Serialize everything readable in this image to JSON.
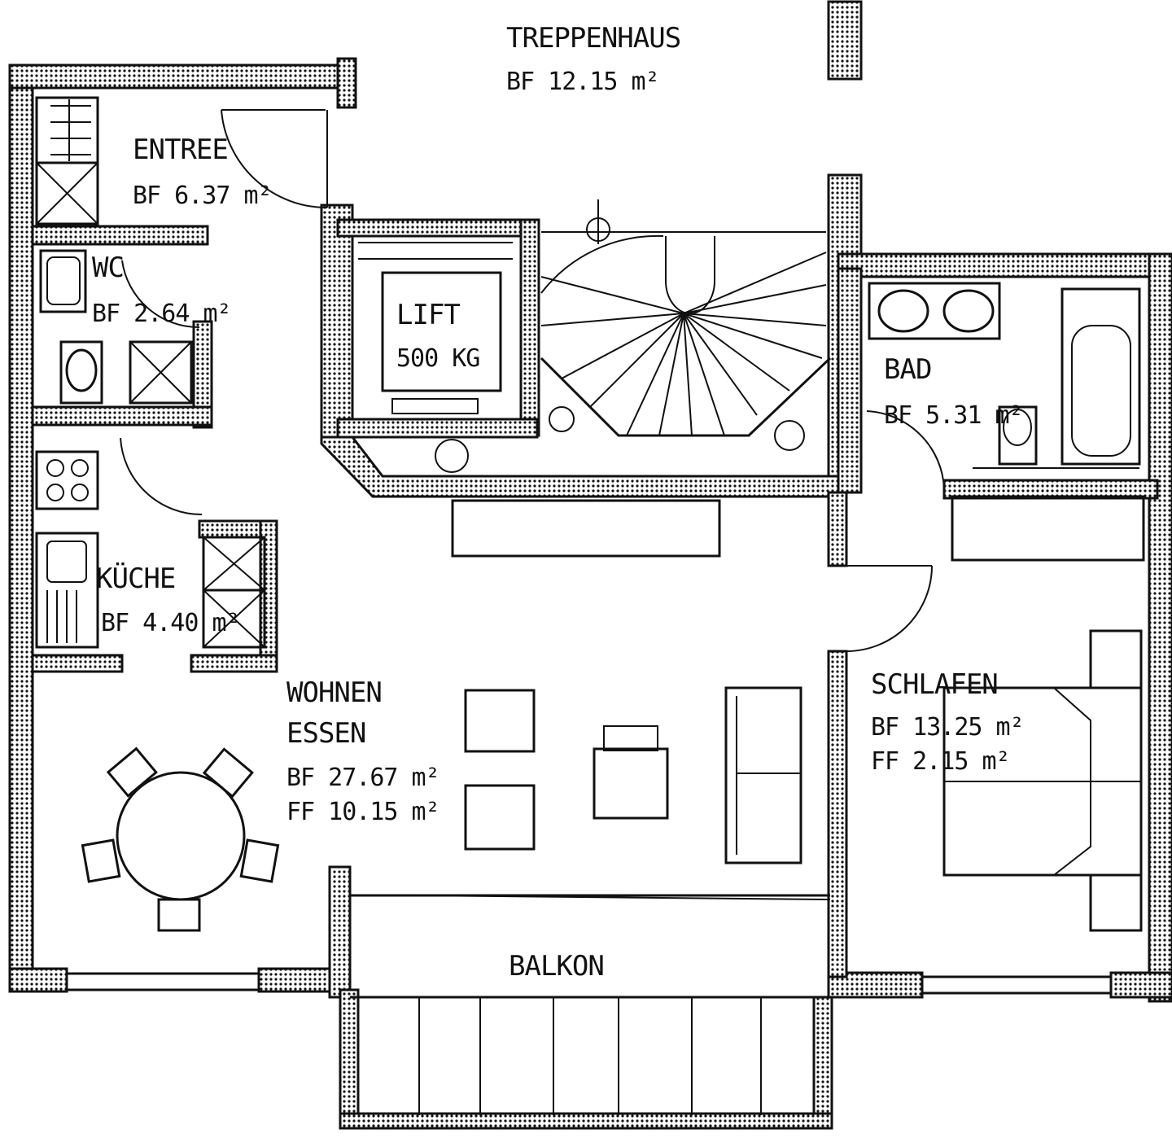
{
  "plan": {
    "rooms": {
      "treppenhaus": {
        "name": "TREPPENHAUS",
        "area": "BF 12.15 m²"
      },
      "entree": {
        "name": "ENTREE",
        "area": "BF 6.37 m²"
      },
      "wc": {
        "name": "WC",
        "area": "BF 2.64 m²"
      },
      "lift": {
        "name": "LIFT",
        "load": "500 KG"
      },
      "bad": {
        "name": "BAD",
        "area": "BF 5.31 m²"
      },
      "kueche": {
        "name": "KÜCHE",
        "area": "BF 4.40 m²"
      },
      "wohnen": {
        "name1": "WOHNEN",
        "name2": "ESSEN",
        "area": "BF 27.67 m²",
        "ff": "FF 10.15 m²"
      },
      "schlafen": {
        "name": "SCHLAFEN",
        "area": "BF 13.25 m²",
        "ff": "FF 2.15 m²"
      },
      "balkon": {
        "name": "BALKON"
      }
    }
  }
}
